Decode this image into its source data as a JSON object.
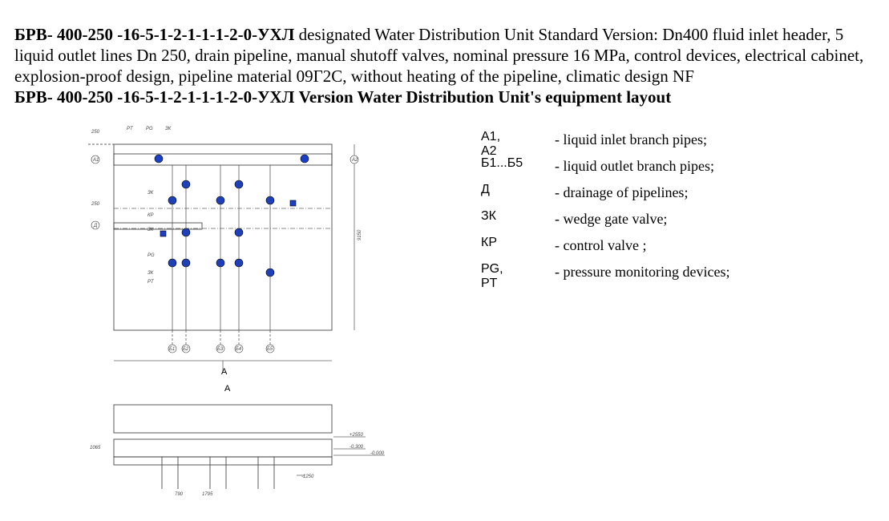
{
  "header": {
    "designation_code": "БРВ- 400-250 -16-5-1-2-1-1-1-2-0-УХЛ",
    "designation_text": " designated Water Distribution Unit Standard Version: Dn400 fluid inlet header, 5 liquid outlet lines Dn 250, drain pipeline, manual shutoff valves, nominal pressure 16 MPa, control devices, electrical cabinet, explosion-proof design, pipeline material 09Г2С, without heating of the pipeline, climatic design NF",
    "layout_title": "БРВ- 400-250 -16-5-1-2-1-1-1-2-0-УХЛ Version Water Distribution Unit's equipment layout"
  },
  "legend": [
    {
      "code": "А1, А2",
      "desc": "- liquid inlet branch pipes;"
    },
    {
      "code": "Б1...Б5",
      "desc": "- liquid outlet branch pipes;"
    },
    {
      "code": "Д",
      "desc": "- drainage of pipelines;"
    },
    {
      "code": "ЗК",
      "desc": "- wedge gate valve;"
    },
    {
      "code": "КР",
      "desc": "- control valve ;"
    },
    {
      "code": "PG, PT",
      "desc": "- pressure monitoring devices;"
    }
  ],
  "drawing": {
    "section_label": "А",
    "section_arrow_label": "А",
    "dims": {
      "d250_top": "250",
      "d250_mid": "250",
      "pt": "PT",
      "pg": "PG",
      "zk": "ЗК",
      "height": "9150",
      "d1065": "1065",
      "d790": "790",
      "d1795": "1795",
      "plus2550": "+2550",
      "minus0300": "-0,300",
      "minus0100": "-0,000",
      "minus1250": "-1250"
    },
    "nozzles": {
      "a1": "А1",
      "a2": "А2",
      "d": "Д",
      "b": [
        "Б1",
        "Б2",
        "Б3",
        "Б4",
        "Б5"
      ]
    },
    "callouts": [
      "ЗК",
      "КР",
      "ЗК",
      "PG",
      "ЗК",
      "PT"
    ]
  }
}
